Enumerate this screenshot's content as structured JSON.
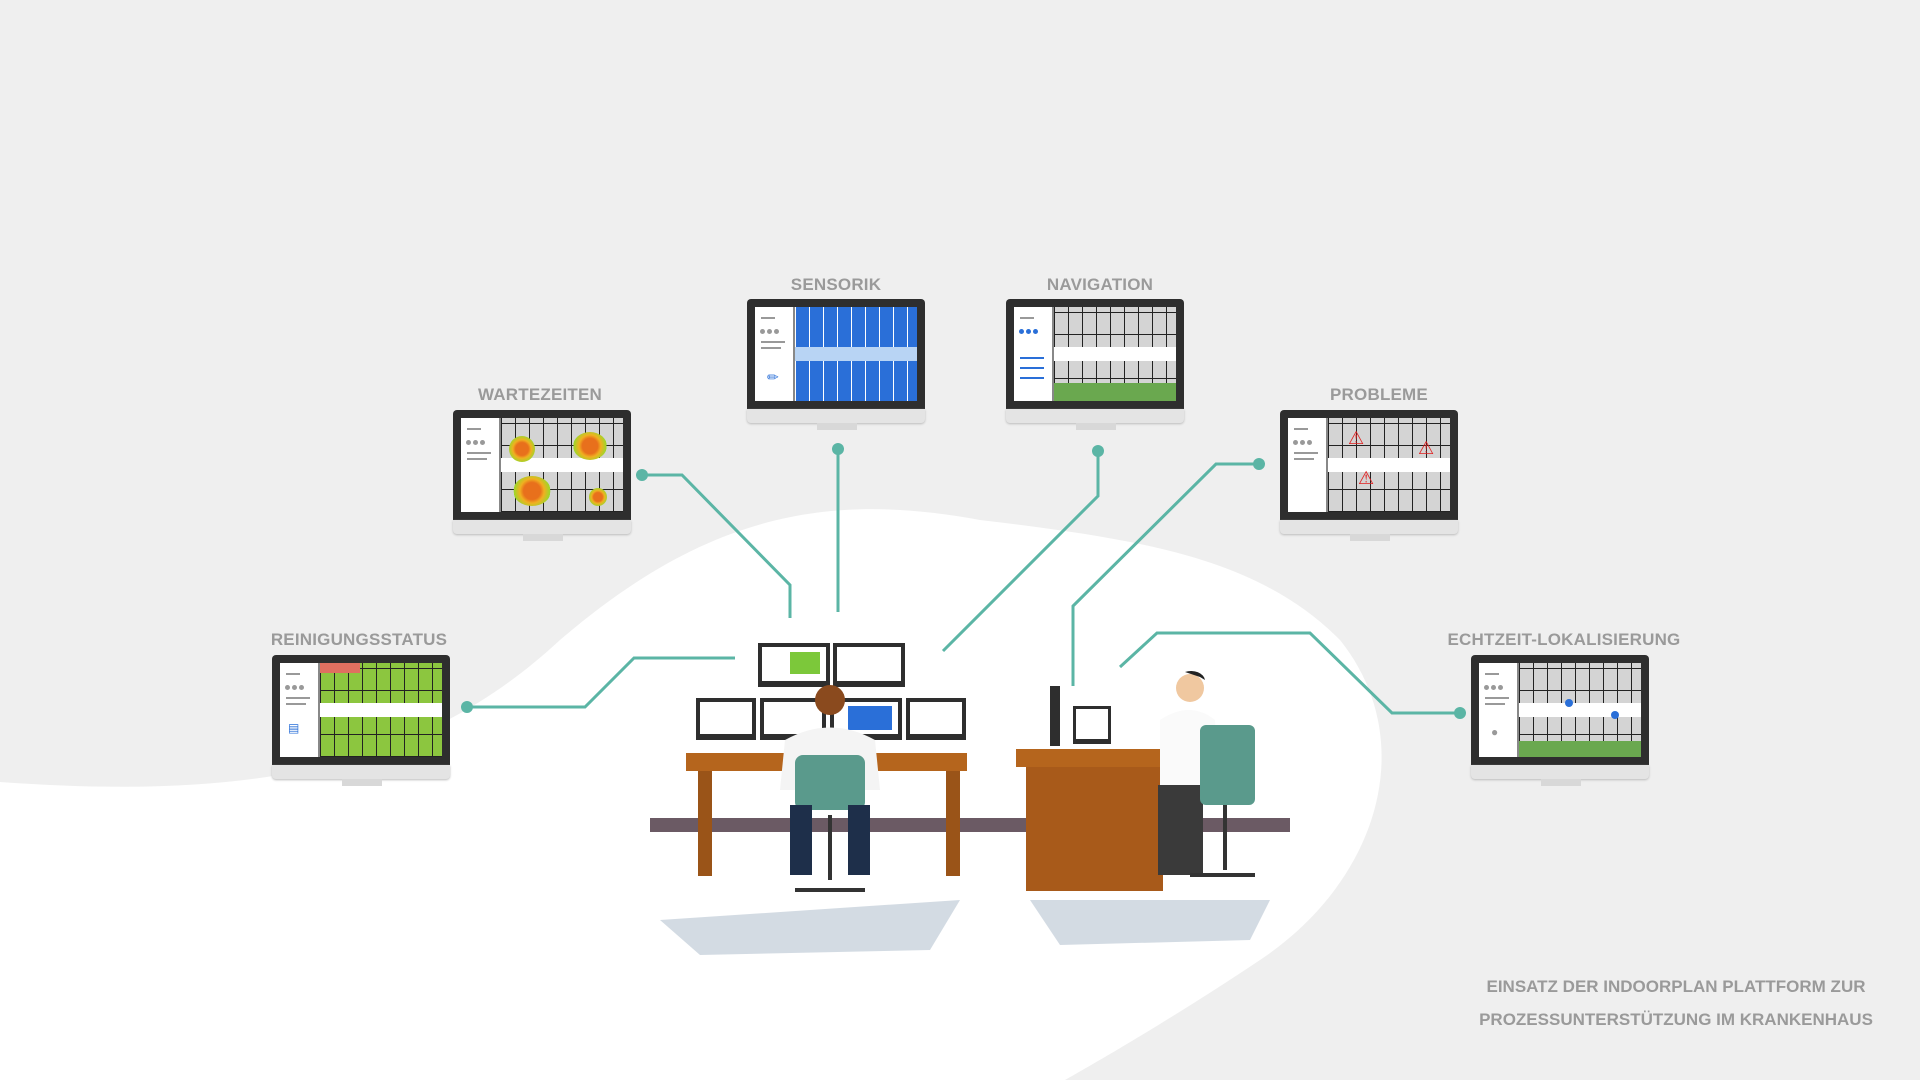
{
  "modules": [
    {
      "id": "sensorik",
      "label": "SENSORIK",
      "icon": "thermometer-icon"
    },
    {
      "id": "navigation",
      "label": "NAVIGATION",
      "icon": "route-icon"
    },
    {
      "id": "wartezeiten",
      "label": "WARTEZEITEN",
      "icon": "heatmap-icon"
    },
    {
      "id": "probleme",
      "label": "PROBLEME",
      "icon": "warning-icon"
    },
    {
      "id": "reinigungsstatus",
      "label": "REINIGUNGSSTATUS",
      "icon": "bed-icon"
    },
    {
      "id": "echtzeit",
      "label": "ECHTZEIT-LOKALISIERUNG",
      "icon": "person-icon"
    }
  ],
  "description": {
    "line1": "EINSATZ DER INDOORPLAN PLATTFORM ZUR",
    "line2": "PROZESSUNTERSTÜTZUNG IM KRANKENHAUS"
  },
  "colors": {
    "background": "#efefef",
    "connector": "#5bb5a5",
    "label": "#9a9a9a",
    "desk": "#b5651d"
  }
}
